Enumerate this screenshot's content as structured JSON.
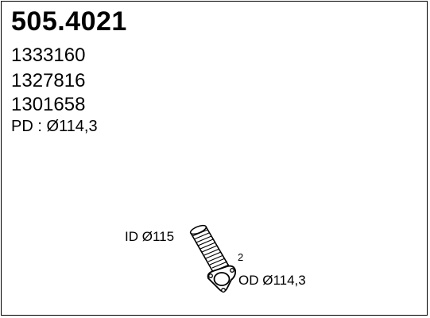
{
  "header": {
    "part_number": "505.4021"
  },
  "references": [
    "1333160",
    "1327816",
    "1301658"
  ],
  "pd_line": "PD : Ø114,3",
  "drawing": {
    "id_label": "ID Ø115",
    "od_label": "OD Ø114,3",
    "callout_number": "2"
  }
}
